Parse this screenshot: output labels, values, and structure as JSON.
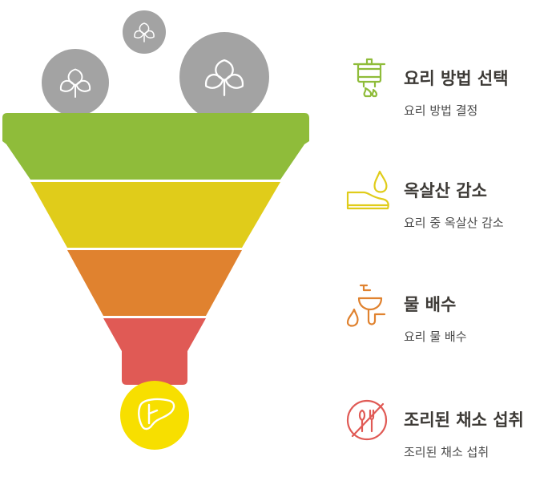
{
  "steps": [
    {
      "title": "요리 방법 선택",
      "description": "요리 방법 결정",
      "icon": "cooking-pot-icon",
      "color": "#8fbc3a"
    },
    {
      "title": "옥살산 감소",
      "description": "요리 중 옥살산 감소",
      "icon": "water-drop-dish-icon",
      "color": "#e0cc1a"
    },
    {
      "title": "물 배수",
      "description": "요리 물 배수",
      "icon": "sink-drain-icon",
      "color": "#e0822f"
    },
    {
      "title": "조리된 채소 섭취",
      "description": "조리된 채소 섭취",
      "icon": "no-utensils-icon",
      "color": "#e05a55"
    }
  ],
  "funnel_colors": [
    "#8fbc3a",
    "#e0cc1a",
    "#e0822f",
    "#e05a55"
  ],
  "inputs": [
    {
      "icon": "leaf-icon"
    },
    {
      "icon": "leaf-icon"
    },
    {
      "icon": "leaf-icon"
    }
  ],
  "output": {
    "icon": "liver-icon",
    "color": "#f7df00"
  }
}
